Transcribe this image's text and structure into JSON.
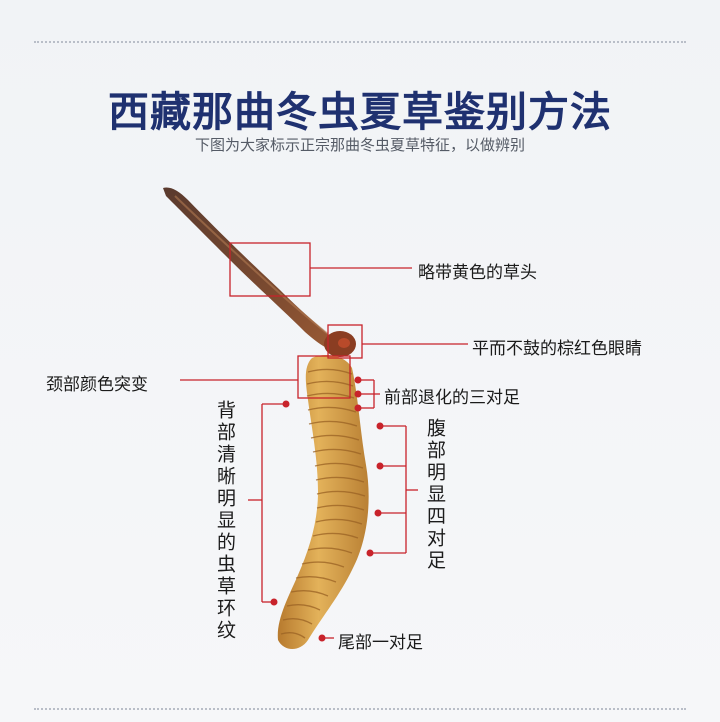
{
  "header": {
    "title": "西藏那曲冬虫夏草鉴别方法",
    "subtitle": "下图为大家标示正宗那曲冬虫夏草特征，以做辨别"
  },
  "labels": {
    "grass_head": "略带黄色的草头",
    "eyes": "平而不鼓的棕红色眼睛",
    "neck": "颈部颜色突变",
    "front_legs": "前部退化的三对足",
    "belly_legs": "腹部明显四对足",
    "back_rings": "背部清晰明显的虫草环纹",
    "tail_legs": "尾部一对足"
  },
  "colors": {
    "title": "#1f3170",
    "annotation": "#c8232b"
  }
}
